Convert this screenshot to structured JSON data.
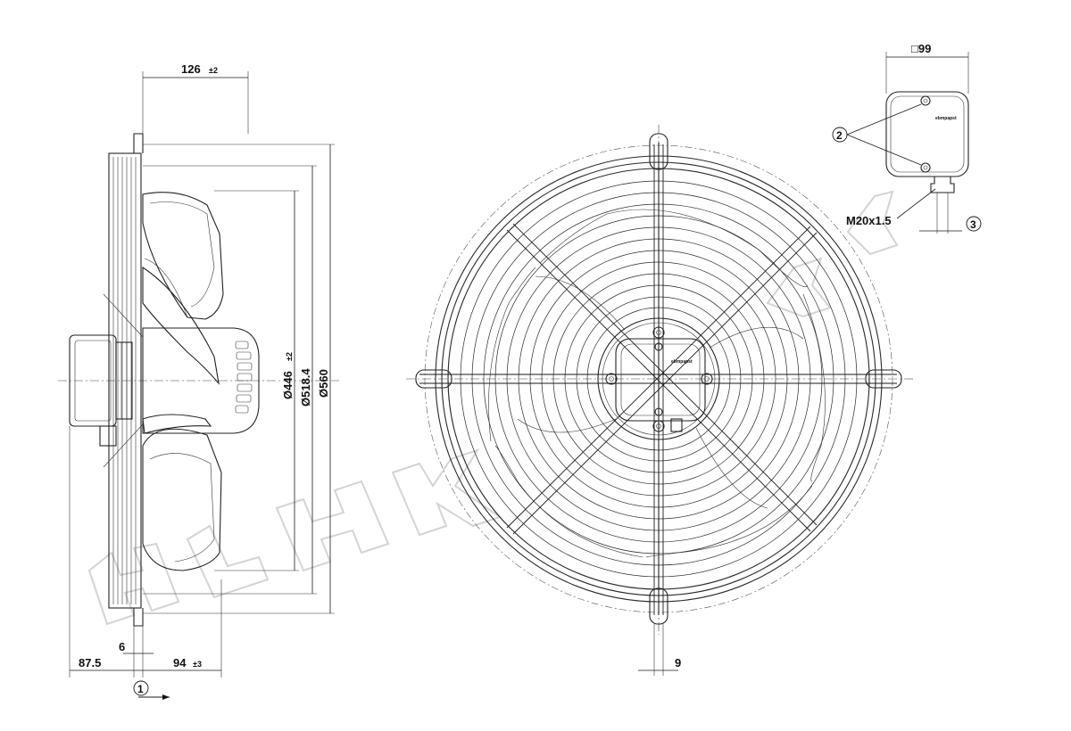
{
  "side_view": {
    "dim_depth": "126",
    "dim_depth_tol": "±2",
    "dim_hub": "Ø446",
    "dim_hub_tol": "±2",
    "dim_mount": "Ø518.4",
    "dim_outer": "Ø560",
    "dim_flange": "6",
    "dim_rear": "87.5",
    "dim_front": "94",
    "dim_front_tol": "±3",
    "marker_1": "1"
  },
  "front_view": {
    "dim_tab": "9",
    "brand_text": "ebmpapst"
  },
  "terminal_box": {
    "dim_width": "□99",
    "marker_2": "2",
    "marker_3": "3",
    "thread_label": "M20x1.5",
    "brand_text": "ebmpapst"
  }
}
